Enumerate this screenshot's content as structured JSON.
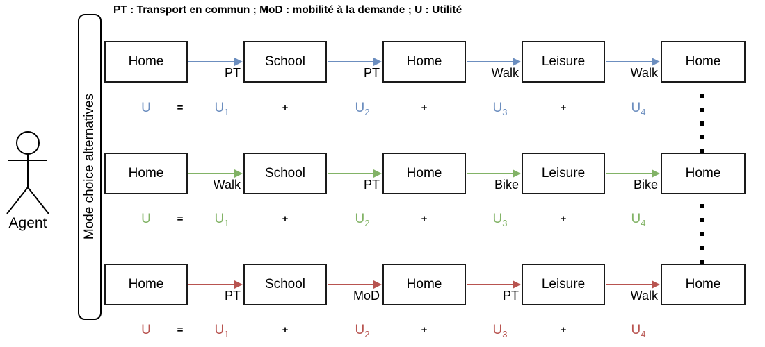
{
  "title": "PT : Transport en commun ; MoD : mobilité à la demande ; U : Utilité",
  "agent_label": "Agent",
  "bracket_label": "Mode choice alternatives",
  "palette": {
    "box_border": "#1a1a1a",
    "text": "#000000",
    "blue": "#6c8ebf",
    "green": "#82b366",
    "red": "#b85450"
  },
  "rows": [
    {
      "color": "#6c8ebf",
      "color_name": "blue",
      "boxes": [
        "Home",
        "School",
        "Home",
        "Leisure",
        "Home"
      ],
      "modes": [
        "PT",
        "PT",
        "Walk",
        "Walk"
      ],
      "equation": {
        "lhs": "U",
        "equals": "=",
        "plus": "+",
        "terms": [
          {
            "base": "U",
            "sub": "1"
          },
          {
            "base": "U",
            "sub": "2"
          },
          {
            "base": "U",
            "sub": "3"
          },
          {
            "base": "U",
            "sub": "4"
          }
        ]
      }
    },
    {
      "color": "#82b366",
      "color_name": "green",
      "boxes": [
        "Home",
        "School",
        "Home",
        "Leisure",
        "Home"
      ],
      "modes": [
        "Walk",
        "PT",
        "Bike",
        "Bike"
      ],
      "equation": {
        "lhs": "U",
        "equals": "=",
        "plus": "+",
        "terms": [
          {
            "base": "U",
            "sub": "1"
          },
          {
            "base": "U",
            "sub": "2"
          },
          {
            "base": "U",
            "sub": "3"
          },
          {
            "base": "U",
            "sub": "4"
          }
        ]
      }
    },
    {
      "color": "#b85450",
      "color_name": "red",
      "boxes": [
        "Home",
        "School",
        "Home",
        "Leisure",
        "Home"
      ],
      "modes": [
        "PT",
        "MoD",
        "PT",
        "Walk"
      ],
      "equation": {
        "lhs": "U",
        "equals": "=",
        "plus": "+",
        "terms": [
          {
            "base": "U",
            "sub": "1"
          },
          {
            "base": "U",
            "sub": "2"
          },
          {
            "base": "U",
            "sub": "3"
          },
          {
            "base": "U",
            "sub": "4"
          }
        ]
      }
    }
  ]
}
